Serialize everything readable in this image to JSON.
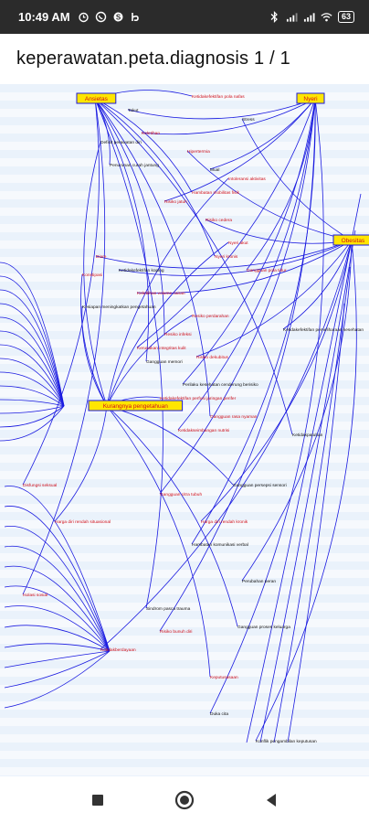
{
  "status_bar": {
    "time": "10:49 AM",
    "battery": "63",
    "left_icons": [
      "alarm-icon",
      "whatsapp-icon",
      "skype-icon",
      "app-icon"
    ],
    "right_icons": [
      "bluetooth-icon",
      "signal-icon",
      "signal-icon",
      "wifi-icon",
      "battery-icon"
    ]
  },
  "header": {
    "title": "keperawatan.peta.diagnosis 1 / 1"
  },
  "map": {
    "hubs": [
      {
        "label": "Ansietas"
      },
      {
        "label": "Nyeri"
      },
      {
        "label": "Obesitas"
      },
      {
        "label": "Kurangnya pengetahuan"
      }
    ],
    "nodes_red": [
      "Ketidakefektifan pola nafas",
      "Keletihan",
      "Hipertermia",
      "Intoleransi aktivitas",
      "Hambatan mobilitas fisik",
      "Risiko jatuh",
      "Risiko cedera",
      "Nyeri akut",
      "Nyeri kronis",
      "Gangguan pola tidur",
      "Kelebihan volume cairan",
      "Resiko perdarahan",
      "Resiko infeksi",
      "Kerusakan integritas kulit",
      "Risiko dekubitus",
      "Ketidakefektifan perfusi jaringan perifer",
      "Gangguan rasa nyaman",
      "Ketidakseimbangan nutrisi",
      "Diare",
      "Konstipasi",
      "Disfungsi seksual",
      "Gangguan citra tubuh",
      "Harga diri rendah kronik",
      "Harga diri rendah situasional",
      "Isolasi sosial",
      "Risiko bunuh diri",
      "Ketidakberdayaan",
      "Keputusasaan"
    ],
    "nodes_black": [
      "Takut",
      "Stress",
      "Defisit perawatan diri",
      "Penurunan curah jantung",
      "Mual",
      "Ketidakefektifan koping",
      "Kesiapan meningkatkan pengetahuan",
      "Gangguan memori",
      "Perilaku kesehatan cenderung berisiko",
      "Ketidakefektifan pemeliharaan kesehatan",
      "Gangguan persepsi sensori",
      "Ketidakpatuhan",
      "Hambatan komunikasi verbal",
      "Perubahan peran",
      "Gangguan proses keluarga",
      "Sindrom pasca trauma",
      "Duka cita",
      "Konflik pengambilan keputusan"
    ]
  },
  "nav": {
    "buttons": [
      "recents-button",
      "home-button",
      "back-button"
    ]
  }
}
